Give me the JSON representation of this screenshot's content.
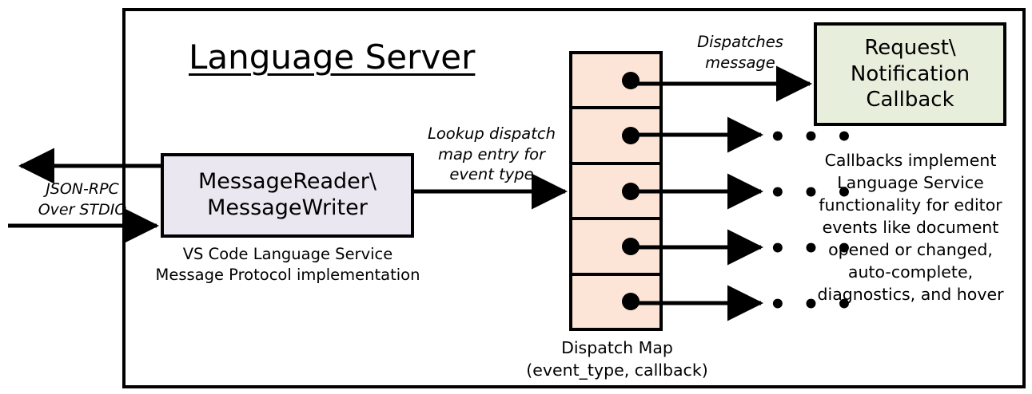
{
  "diagram": {
    "title": "Language Server",
    "frame_color": "#000000",
    "background": "#ffffff"
  },
  "transport": {
    "label_line1": "JSON-RPC",
    "label_line2": "Over STDIO",
    "outbound_arrow": "arrow-left-icon",
    "inbound_arrow": "arrow-right-icon"
  },
  "message_box": {
    "line1": "MessageReader\\",
    "line2": "MessageWriter",
    "caption_line1": "VS Code Language Service",
    "caption_line2": "Message Protocol implementation",
    "fill": "#EAE7F0"
  },
  "lookup_edge": {
    "label_line1": "Lookup dispatch",
    "label_line2": "map entry for",
    "label_line3": "event type",
    "arrow": "arrow-right-icon"
  },
  "dispatch_map": {
    "caption_line1": "Dispatch Map",
    "caption_line2": "(event_type, callback)",
    "fill": "#FCE5D6",
    "row_count": 5,
    "rows": [
      {
        "dot": "callback-dot",
        "target": "Request\\Notification Callback"
      },
      {
        "dot": "callback-dot",
        "target": "…"
      },
      {
        "dot": "callback-dot",
        "target": "…"
      },
      {
        "dot": "callback-dot",
        "target": "…"
      },
      {
        "dot": "callback-dot",
        "target": "…"
      }
    ]
  },
  "dispatch_edge": {
    "label_line1": "Dispatches",
    "label_line2": "message",
    "arrow": "arrow-right-icon"
  },
  "callback_box": {
    "line1": "Request\\",
    "line2": "Notification",
    "line3": "Callback",
    "fill": "#E8EEDC"
  },
  "callback_description": {
    "line1": "Callbacks implement",
    "line2": "Language Service",
    "line3": "functionality for editor",
    "line4": "events like document",
    "line5": "opened or changed,",
    "line6": "auto-complete,",
    "line7": "diagnostics, and hover"
  },
  "ellipses": {
    "glyph": "• • •",
    "count": 4
  }
}
